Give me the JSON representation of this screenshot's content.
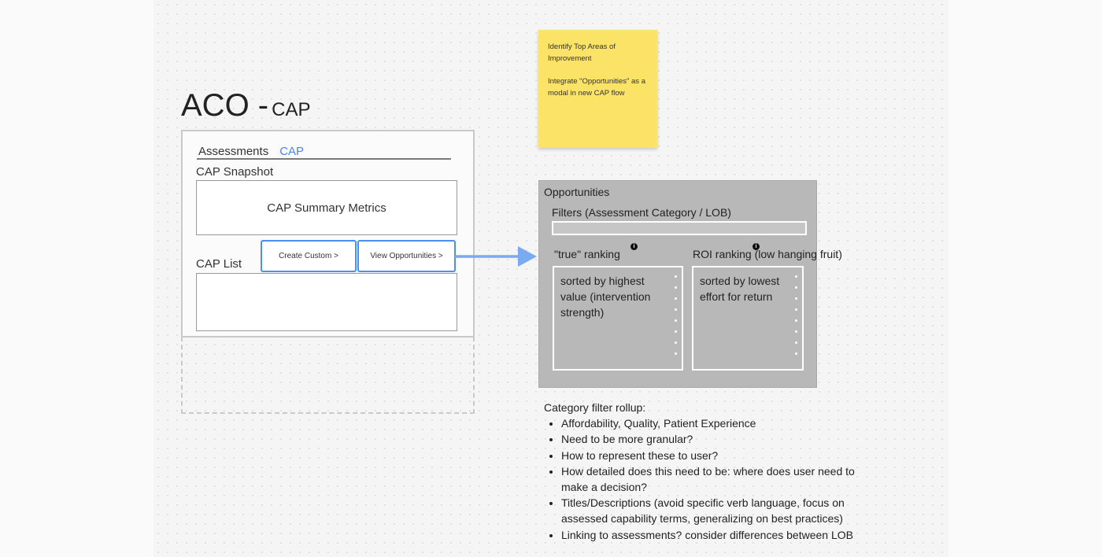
{
  "page": {
    "title_main": "ACO -",
    "title_sub": "CAP"
  },
  "wireframe": {
    "tabs": [
      "Assessments",
      "CAP"
    ],
    "snapshot_label": "CAP Snapshot",
    "metrics_label": "CAP Summary Metrics",
    "list_label": "CAP List",
    "create_button": "Create Custom >",
    "view_button": "View Opportunities >",
    "accent_color": "#4a86f0"
  },
  "sticky_note": {
    "line1": "Identify Top Areas of Improvement",
    "line2": "Integrate \"Opportunities\" as a modal in new CAP flow",
    "color": "#fbe367"
  },
  "opportunities": {
    "title": "Opportunities",
    "filters_label": "Filters (Assessment Category / LOB)",
    "true_ranking_label": "\"true\" ranking",
    "roi_ranking_label": "ROI ranking (low hanging fruit)",
    "true_ranking_text": "sorted by highest value (intervention strength)",
    "roi_ranking_text": "sorted by lowest effort for return",
    "info_icon_glyph": "i"
  },
  "notes": {
    "heading": "Category filter rollup:",
    "items": [
      "Affordability, Quality, Patient Experience",
      "Need to be more granular?",
      "How to represent these to user?",
      "How detailed does this need to be: where does user need to make a decision?",
      "Titles/Descriptions (avoid specific verb language, focus on assessed capability terms, generalizing on best practices)",
      "Linking to assessments? consider differences between LOB"
    ]
  }
}
